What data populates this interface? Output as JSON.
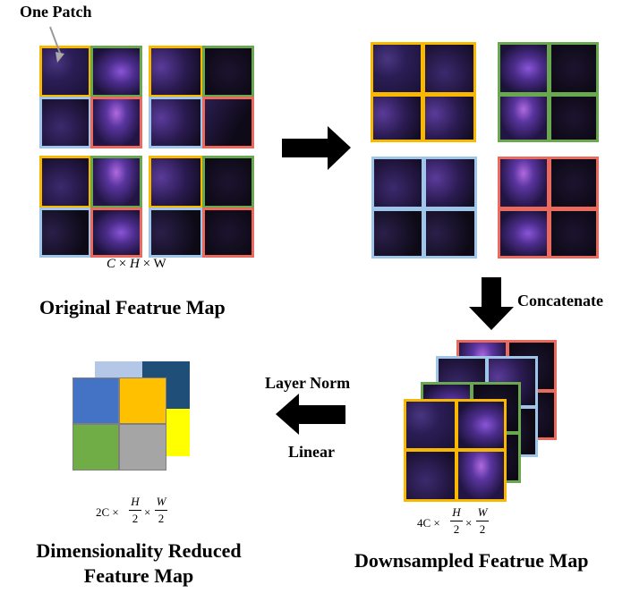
{
  "labels": {
    "one_patch": "One Patch",
    "original_dims": "C × H × W",
    "original_title": "Original Featrue Map",
    "concatenate": "Concatenate",
    "layer_norm": "Layer Norm",
    "linear": "Linear",
    "downsampled_title": "Downsampled Featrue Map",
    "reduced_title_line1": "Dimensionality Reduced",
    "reduced_title_line2": "Feature Map",
    "downsampled_coef": "4C",
    "reduced_coef": "2C",
    "frac_h_num": "H",
    "frac_w_num": "W",
    "frac_den": "2"
  },
  "colors": {
    "yellow": "#f9b800",
    "green": "#6aa84f",
    "blue": "#9fc5e8",
    "red": "#ea6b5d",
    "arrow": "#000000",
    "reduced_blue": "#4472c4",
    "reduced_yellow": "#ffc000",
    "reduced_green": "#70ad47",
    "reduced_gray": "#a5a5a5",
    "reduced_navy": "#1f4e79",
    "reduced_lightblue": "#b4c7e7",
    "reduced_bright_yellow": "#ffff00"
  }
}
